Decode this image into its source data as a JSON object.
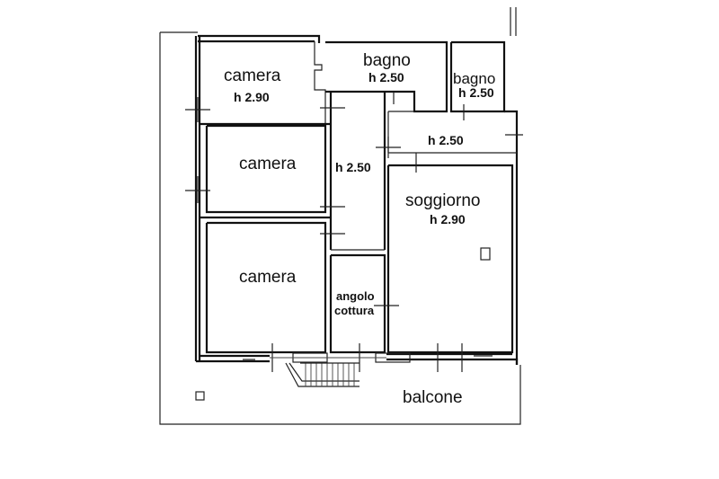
{
  "rooms": {
    "camera_top": {
      "name": "camera",
      "height": "h 2.90"
    },
    "bagno_1": {
      "name": "bagno",
      "height": "h 2.50"
    },
    "bagno_2": {
      "name": "bagno",
      "height": "h 2.50"
    },
    "disimpegno": {
      "height": "h 2.50"
    },
    "corridoio": {
      "height": "h 2.50"
    },
    "camera_mid": {
      "name": "camera"
    },
    "soggiorno": {
      "name": "soggiorno",
      "height": "h 2.90"
    },
    "camera_bottom": {
      "name": "camera"
    },
    "angolo_cottura": {
      "name_line1": "angolo",
      "name_line2": "cottura"
    },
    "balcone": {
      "name": "balcone"
    }
  },
  "colors": {
    "line": "#111111",
    "background": "#ffffff"
  }
}
